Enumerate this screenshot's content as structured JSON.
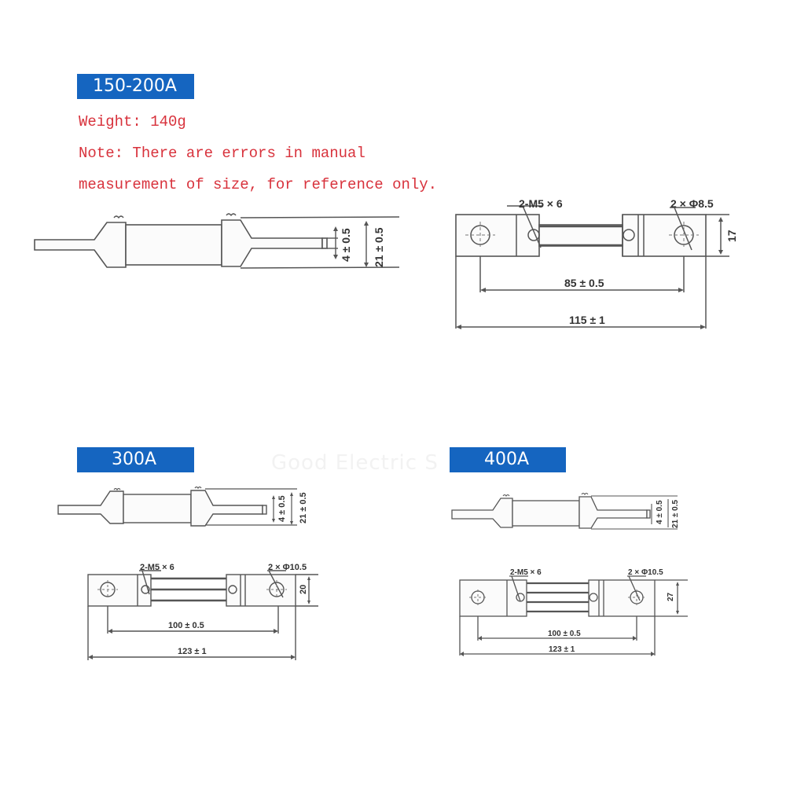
{
  "sections": [
    {
      "id": "150-200A",
      "label": "150-200A",
      "weight": "Weight: 140g",
      "note_line1": "Note: There are errors in manual",
      "note_line2": "measurement of size, for reference only.",
      "side_view": {
        "thickness": "4 ± 0.5",
        "height": "21 ± 0.5"
      },
      "top_view": {
        "screws": "2-M5 × 6",
        "holes": "2 × Φ8.5",
        "width": "17",
        "hole_spacing": "85 ± 0.5",
        "overall_length": "115 ± 1"
      }
    },
    {
      "id": "300A",
      "label": "300A",
      "side_view": {
        "thickness": "4 ± 0.5",
        "height": "21 ± 0.5"
      },
      "top_view": {
        "screws": "2-M5 × 6",
        "holes": "2 × Φ10.5",
        "width": "20",
        "hole_spacing": "100 ± 0.5",
        "overall_length": "123 ± 1"
      }
    },
    {
      "id": "400A",
      "label": "400A",
      "side_view": {
        "thickness": "4 ± 0.5",
        "height": "21 ± 0.5"
      },
      "top_view": {
        "screws": "2-M5 × 6",
        "holes": "2 × Φ10.5",
        "width": "27",
        "hole_spacing": "100 ± 0.5",
        "overall_length": "123 ± 1"
      }
    }
  ],
  "watermark": "Good Electric S",
  "colors": {
    "badge": "#1565c0",
    "note_text": "#d8323c",
    "line": "#444444"
  }
}
